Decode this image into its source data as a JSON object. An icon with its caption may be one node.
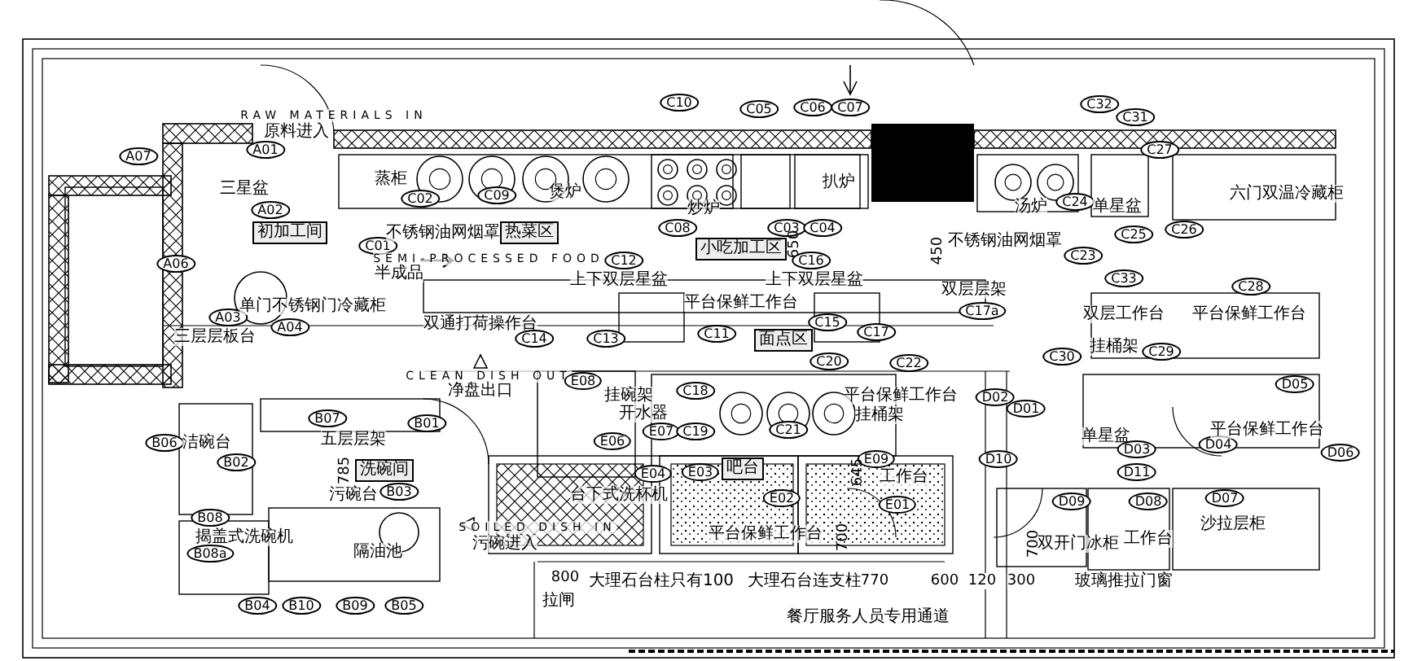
{
  "diagram": {
    "nodes": [
      {
        "text": [
          "初加工间"
        ]
      },
      {
        "text": [
          "热菜区"
        ]
      },
      {
        "text": [
          "小吃加工区"
        ]
      },
      {
        "text": [
          "面点区"
        ]
      },
      {
        "text": [
          "洗碗间"
        ]
      },
      {
        "text": [
          "吧台"
        ]
      }
    ],
    "labels": [
      "RAW MATERIALS IN",
      "原料进入",
      "A07",
      "A01",
      "三星盆",
      "A02",
      "蒸柜",
      "C02",
      "C09",
      "煲炉",
      "C10",
      "炒炉",
      "C08",
      "C05",
      "C06",
      "C07",
      "扒炉",
      "C03",
      "C04",
      "C01",
      "不锈钢油网烟罩",
      "SEMI-PROCESSED FOOD",
      "半成品",
      "A06",
      "A03",
      "三层层板台",
      "A04",
      "单门不锈钢门冷藏柜",
      "650",
      "450",
      "C12",
      "上下双层星盆",
      "C16",
      "上下双层星盆",
      "平台保鲜工作台",
      "双通打荷操作台",
      "C14",
      "C13",
      "C11",
      "C15",
      "C17",
      "双层层架",
      "C17a",
      "C20",
      "C22",
      "C32",
      "C31",
      "C27",
      "六门双温冷藏柜",
      "汤炉",
      "C24",
      "单星盆",
      "C25",
      "C26",
      "不锈钢油网烟罩",
      "C23",
      "C33",
      "C28",
      "双层工作台",
      "平台保鲜工作台",
      "挂桶架",
      "C29",
      "C30",
      "CLEAN DISH OUT",
      "净盘出口",
      "E08",
      "挂碗架",
      "开水器",
      "E07",
      "E06",
      "C18",
      "C19",
      "C21",
      "平台保鲜工作台",
      "挂桶架",
      "B07",
      "五层层架",
      "B01",
      "B06",
      "洁碗台",
      "B02",
      "785",
      "B03",
      "污碗台",
      "B08",
      "揭盖式洗碗机",
      "B08a",
      "隔油池",
      "B04",
      "B10",
      "B09",
      "B05",
      "SOILED DISH IN",
      "污碗进入",
      "E04",
      "E03",
      "E02",
      "台下式洗杯机",
      "平台保鲜工作台",
      "800",
      "拉闸",
      "大理石台柱只有100",
      "大理石台连支柱",
      "E09",
      "工作台",
      "645",
      "E01",
      "700",
      "770",
      "600",
      "120",
      "300",
      "餐厅服务人员专用通道",
      "D02",
      "D01",
      "D05",
      "单星盆",
      "D03",
      "D04",
      "平台保鲜工作台",
      "D06",
      "D10",
      "D11",
      "D09",
      "D08",
      "D07",
      "700",
      "双开门冰柜",
      "工作台",
      "沙拉层柜",
      "玻璃推拉门窗"
    ]
  }
}
